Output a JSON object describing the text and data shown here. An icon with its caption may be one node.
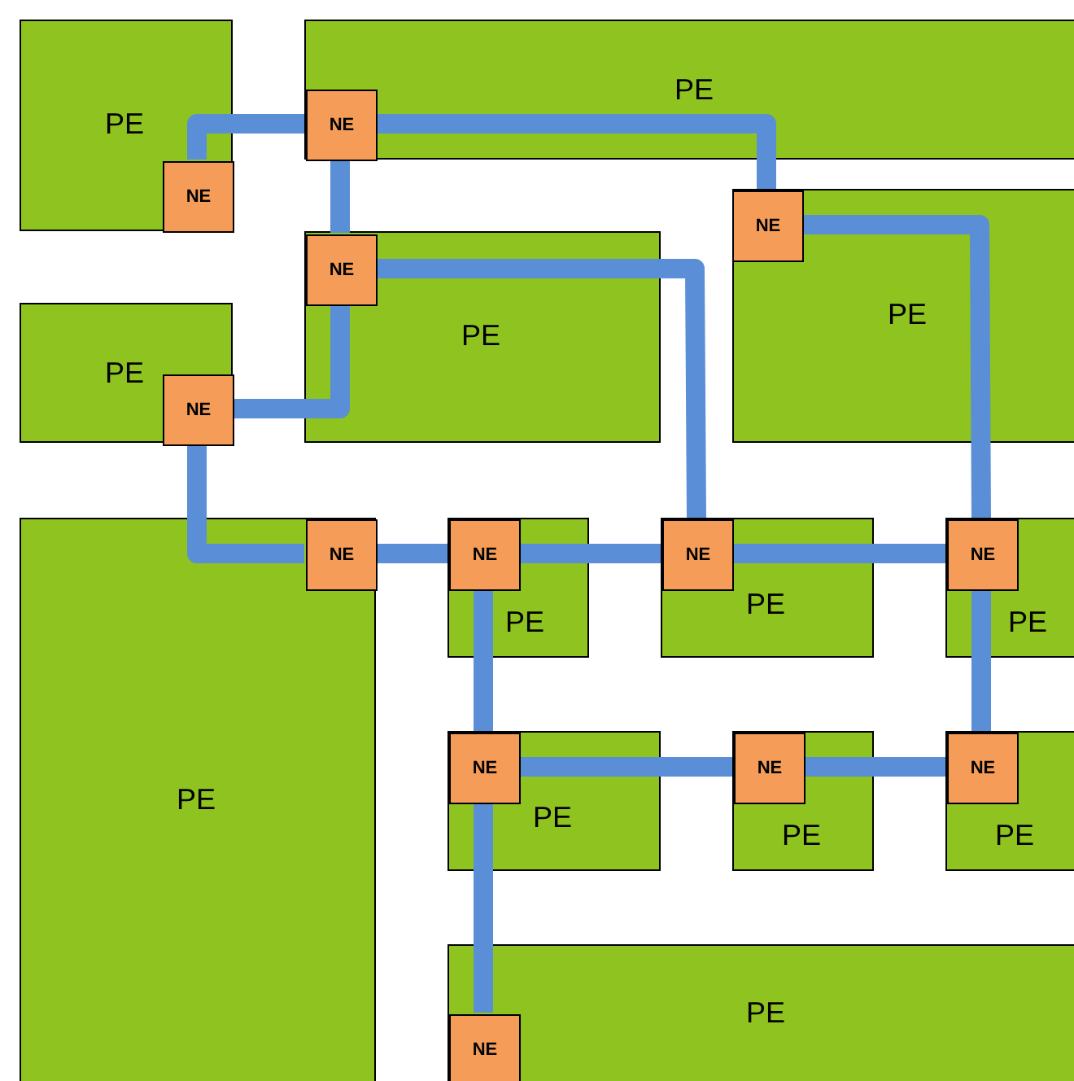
{
  "diagram": {
    "nodes": [
      {
        "text": [
          "PE"
        ]
      },
      {
        "text": [
          "NE"
        ],
        "in": 0
      },
      {
        "text": [
          "PE"
        ]
      },
      {
        "text": [
          "NE"
        ],
        "in": 2
      },
      {
        "text": [
          "PE"
        ]
      },
      {
        "text": [
          "NE"
        ],
        "in": 4
      },
      {
        "text": [
          "PE"
        ]
      },
      {
        "text": [
          "NE"
        ],
        "in": 6
      },
      {
        "text": [
          "PE"
        ]
      },
      {
        "text": [
          "NE"
        ],
        "in": 8
      },
      {
        "text": [
          "PE"
        ]
      },
      {
        "text": [
          "NE"
        ],
        "in": 10
      },
      {
        "text": [
          "PE"
        ]
      },
      {
        "text": [
          "NE"
        ],
        "in": 12
      },
      {
        "text": [
          "PE"
        ]
      },
      {
        "text": [
          "NE"
        ],
        "in": 14
      },
      {
        "text": [
          "PE"
        ]
      },
      {
        "text": [
          "NE"
        ],
        "in": 16
      },
      {
        "text": [
          "PE"
        ]
      },
      {
        "text": [
          "NE"
        ],
        "in": 18
      },
      {
        "text": [
          "PE"
        ]
      },
      {
        "text": [
          "NE"
        ],
        "in": 20
      },
      {
        "text": [
          "PE"
        ]
      },
      {
        "text": [
          "NE"
        ],
        "in": 22
      },
      {
        "text": [
          "PE"
        ]
      },
      {
        "text": [
          "NE"
        ],
        "in": 24
      }
    ],
    "edges": [
      {
        "from": 1,
        "to": 3,
        "arrow": "none"
      },
      {
        "from": 3,
        "to": 5,
        "arrow": "none"
      },
      {
        "from": 3,
        "to": 7,
        "arrow": "none"
      },
      {
        "from": 7,
        "to": 15,
        "arrow": "none"
      },
      {
        "from": 7,
        "to": 9,
        "arrow": "none"
      },
      {
        "from": 9,
        "to": 11,
        "arrow": "none"
      },
      {
        "from": 11,
        "to": 13,
        "arrow": "none"
      },
      {
        "from": 13,
        "to": 15,
        "arrow": "none"
      },
      {
        "from": 15,
        "to": 17,
        "arrow": "none"
      },
      {
        "from": 5,
        "to": 17,
        "arrow": "none"
      },
      {
        "from": 13,
        "to": 19,
        "arrow": "none"
      },
      {
        "from": 17,
        "to": 23,
        "arrow": "none"
      },
      {
        "from": 19,
        "to": 21,
        "arrow": "none"
      },
      {
        "from": 21,
        "to": 23,
        "arrow": "none"
      },
      {
        "from": 19,
        "to": 25,
        "arrow": "none"
      }
    ]
  }
}
